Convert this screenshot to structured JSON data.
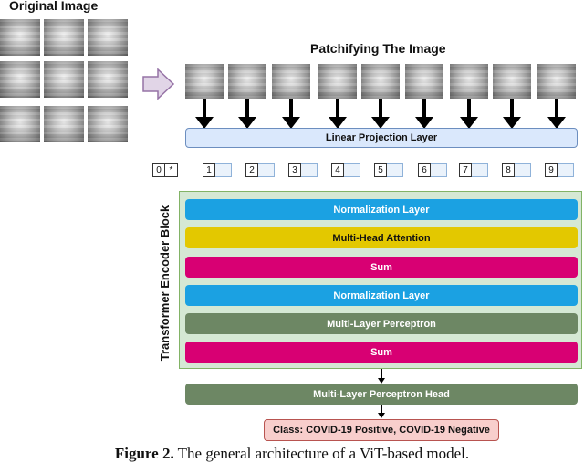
{
  "original_title": "Original Image",
  "patch_title": "Patchifying The Image",
  "linear_projection": "Linear Projection Layer",
  "class_token": {
    "number": "0",
    "embedding": "*"
  },
  "tokens": [
    "1",
    "2",
    "3",
    "4",
    "5",
    "6",
    "7",
    "8",
    "9"
  ],
  "encoder_label": "Transformer Encoder Block",
  "encoder_layers": [
    {
      "label": "Normalization Layer",
      "color": "#1ba1e2",
      "text_color": "#ffffff"
    },
    {
      "label": "Multi-Head Attention",
      "color": "#e3c800",
      "text_color": "#111111"
    },
    {
      "label": "Sum",
      "color": "#d80073",
      "text_color": "#ffffff"
    },
    {
      "label": "Normalization Layer",
      "color": "#1ba1e2",
      "text_color": "#ffffff"
    },
    {
      "label": "Multi-Layer Perceptron",
      "color": "#6d8764",
      "text_color": "#ffffff"
    },
    {
      "label": "Sum",
      "color": "#d80073",
      "text_color": "#ffffff"
    }
  ],
  "mlp_head": "Multi-Layer Perceptron Head",
  "output_class": "Class: COVID-19 Positive, COVID-19 Negative",
  "caption": {
    "bold": "Figure 2.",
    "text": " The general architecture of a ViT-based model."
  },
  "colors": {
    "projection_fill": "#dae8fc",
    "projection_border": "#6c8ebf",
    "encoder_fill": "#d5e8d4",
    "encoder_border": "#82b366",
    "class_fill": "#f8cecc",
    "class_border": "#b85450",
    "big_arrow_fill": "#e1d5e7",
    "big_arrow_border": "#9673a6"
  }
}
